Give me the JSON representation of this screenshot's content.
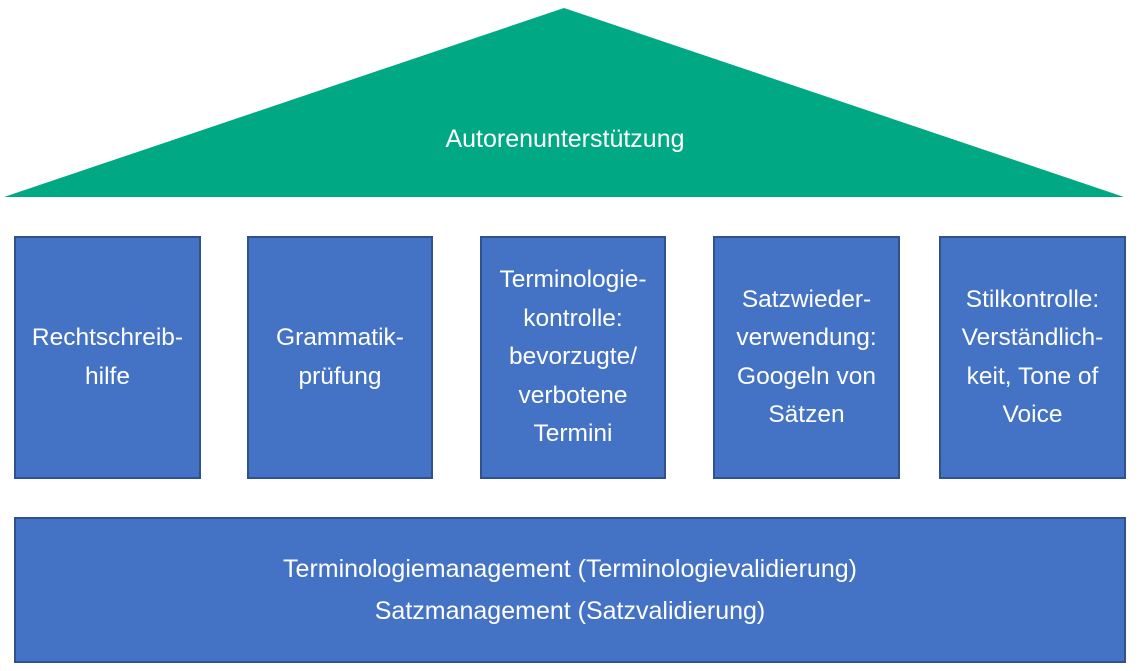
{
  "colors": {
    "roof": "#00a884",
    "pillar_fill": "#4472c4",
    "pillar_border": "#2f528f",
    "text": "#ffffff"
  },
  "roof": {
    "label": "Autorenunterstützung"
  },
  "pillars": [
    {
      "lines": [
        "Rechtschreib-",
        "hilfe"
      ]
    },
    {
      "lines": [
        "Grammatik-",
        "prüfung"
      ]
    },
    {
      "lines": [
        "Terminologie-",
        "kontrolle:",
        "bevorzugte/",
        "verbotene",
        "Termini"
      ]
    },
    {
      "lines": [
        "Satzwieder-",
        "verwendung:",
        "Googeln von",
        "Sätzen"
      ]
    },
    {
      "lines": [
        "Stilkontrolle:",
        "Verständlich-",
        "keit, Tone of",
        "Voice"
      ]
    }
  ],
  "foundation": {
    "line1": "Terminologiemanagement (Terminologievalidierung)",
    "line2": "Satzmanagement (Satzvalidierung)"
  }
}
